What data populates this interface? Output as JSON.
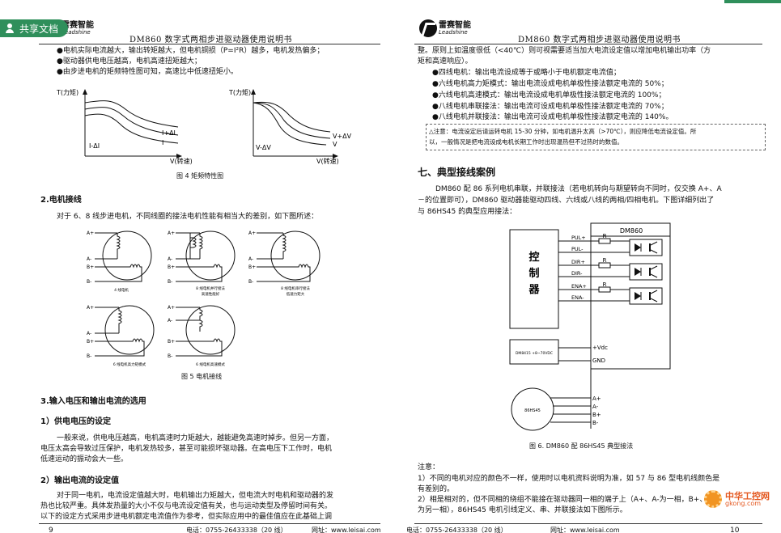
{
  "share": {
    "label": "共享文档"
  },
  "logo": {
    "cn": "雷赛智能",
    "en": "Leadshine"
  },
  "left": {
    "header": "DM860 数字式两相步进驱动器使用说明书",
    "bullets": [
      "●电机实际电流越大，输出转矩越大，但电机铜损（P=I²R）越多，电机发热偏多；",
      "●驱动器供电电压越高，电机高速扭矩越大；",
      "●由步进电机的矩频特性图可知，高速比中低速扭矩小。"
    ],
    "graph1": {
      "ylabel": "T(力矩)",
      "xlabel": "V(转速)",
      "curves": [
        "I+ΔI",
        "I",
        "I-ΔI"
      ]
    },
    "graph2": {
      "ylabel": "T(力矩)",
      "xlabel": "V(转速)",
      "curves": [
        "V+ΔV",
        "V",
        "V-ΔV"
      ]
    },
    "fig4": "图 4    矩频特性图",
    "sec2": "2.电机接线",
    "sec2_text": "对于 6、8 线步进电机，不同线圈的接法电机性能有相当大的差别，如下图所述：",
    "motors": [
      {
        "caption": "4 线电机",
        "pins": [
          "A+",
          "A-",
          "B+",
          "B-"
        ]
      },
      {
        "caption": "8 线电机并行接法",
        "caption2": "高速性能好",
        "pins": [
          "A+",
          "A-",
          "B+",
          "B-"
        ]
      },
      {
        "caption": "8 线电机串行接法",
        "caption2": "低速力矩大",
        "pins": [
          "A+",
          "A-",
          "B+",
          "B-"
        ]
      },
      {
        "caption": "6 线电机高力矩模式",
        "pins": [
          "A+",
          "A-",
          "B+",
          "B-"
        ]
      },
      {
        "caption": "6 线电机高速模式",
        "pins": [
          "A+",
          "A-",
          "B+",
          "B-"
        ]
      }
    ],
    "fig5": "图 5    电机接线",
    "sec3": "3.输入电压和输出电流的选用",
    "sec3_1": "1）供电电压的设定",
    "sec3_1_text": [
      "一般来说，供电电压越高，电机高速时力矩越大，越能避免高速时掉步。但另一方面，",
      "电压太高会导致过压保护，电机发热较多，甚至可能损坏驱动器。在高电压下工作时，电机",
      "低速运动的振动会大一些。"
    ],
    "sec3_2": "2）输出电流的设定值",
    "sec3_2_text": [
      "对于同一电机，电流设定值越大时，电机输出力矩越大，但电流大时电机和驱动器的发",
      "热也比较严重。具体发热量的大小不仅与电流设定值有关，也与运动类型及停留时间有关。",
      "以下的设定方式采用步进电机额定电流值作为参考，但实际应用中的最佳值应在此基础上调"
    ],
    "footer": {
      "page": "9",
      "tel": "电话：0755-26433338（20 线）",
      "web": "网址：www.leisai.com"
    }
  },
  "right": {
    "header": "DM860 数字式两相步进驱动器使用说明书",
    "intro": [
      "整。原则上如温度很低（<40℃）则可视需要适当加大电流设定值以增加电机输出功率（方",
      "矩和高速响应）。"
    ],
    "bullets": [
      "●四线电机：输出电流设成等于或略小于电机额定电流值；",
      "●六线电机高力矩模式：输出电流设成电机单极性接法额定电流的 50%；",
      "●六线电机高速模式：输出电流设成电机单极性接法额定电流的 100%；",
      "●八线电机串联接法：输出电流可设成电机单极性接法额定电流的 70%；",
      "●八线电机并联接法：输出电流可设成电机单极性接法额定电流的 140%。"
    ],
    "note": [
      "△注意：电流设定后请运转电机 15-30 分钟，如电机温升太高（>70℃），则应降低电流设定值。所",
      "以，一般情况是把电流设成电机长期工作时出现温热但不过热时的数值。"
    ],
    "sec7": "七、典型接线案例",
    "sec7_text": [
      "DM860 配 86 系列电机串联，并联接法（若电机转向与期望转向不同时，仅交换 A+、A",
      "－的位置即可），DM860 驱动器能驱动四线、六线或八线的两相/四相电机。下图详细列出了",
      "与 86HS45 的典型应用接法："
    ],
    "wiring": {
      "controller": [
        "控",
        "制",
        "器"
      ],
      "driver": "DM860",
      "signals": [
        "PUL+",
        "PUL-",
        "DIR+",
        "DIR-",
        "ENA+",
        "ENA-"
      ],
      "resistor": "R",
      "power_supply": "DM8415 +8~70VDC",
      "power_pins": [
        "+Vdc",
        "GND"
      ],
      "motor": "86HS45",
      "motor_pins": [
        "A+",
        "A-",
        "B+",
        "B-"
      ]
    },
    "fig6": "图 6.  DM860 配 86HS45 典型接法",
    "notes_title": "注意：",
    "notes": [
      "1）不同的电机对应的颜色不一样，使用时以电机资料说明为准，如 57 与 86 型电机线颜色是",
      "    有差别的。",
      "2）相是相对的，但不同相的绕组不能接在驱动器同一相的端子上（A+、A-为一相，B+、B-",
      "    为另一相），86HS45 电机引线定义、串、并联接法如下图所示。"
    ],
    "footer": {
      "page": "10",
      "tel": "电话：0755-26433338（20 线）",
      "web": "网址：www.leisai.com"
    }
  },
  "watermark": {
    "line1": "中华工控网",
    "line2": "gkong.com"
  }
}
